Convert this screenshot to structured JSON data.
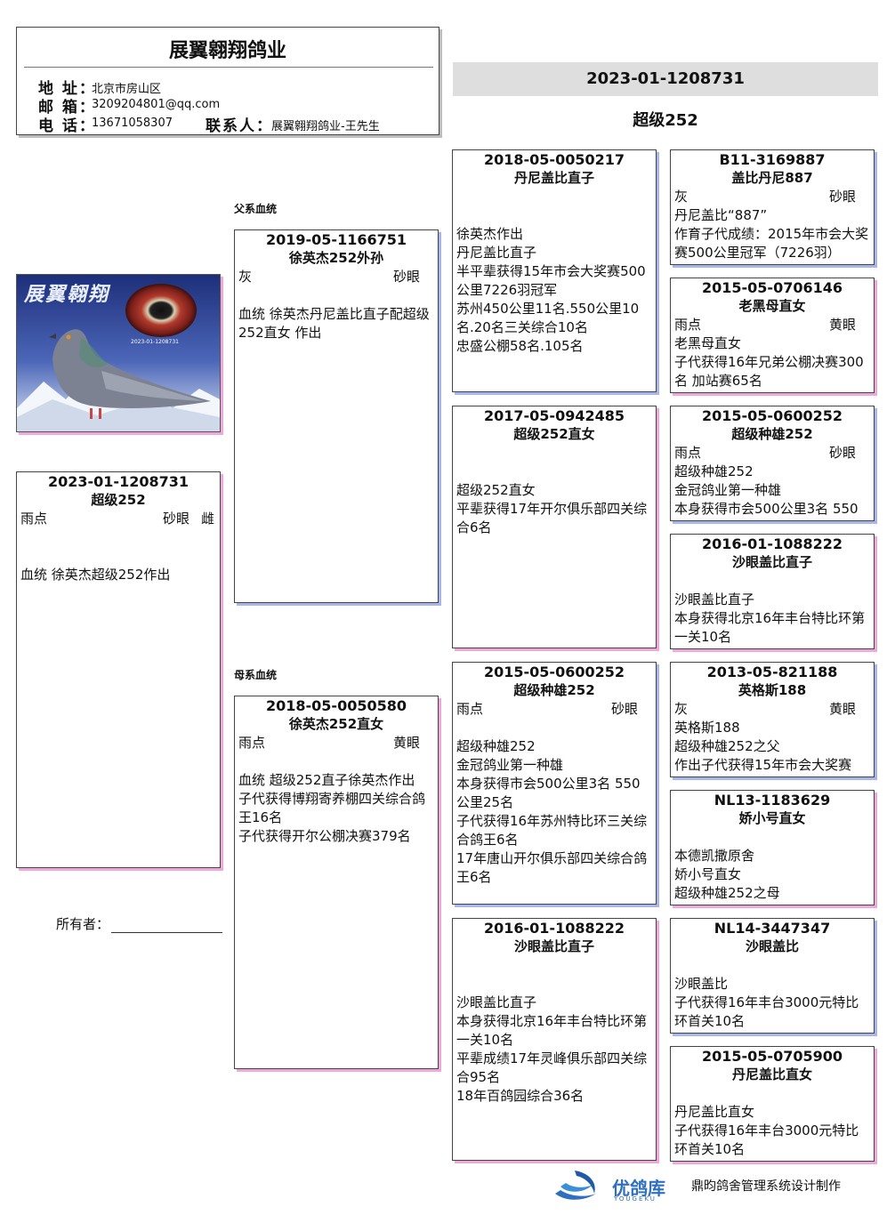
{
  "header": {
    "title": "展翼翱翔鸽业",
    "address_label": "地 址：",
    "address": "北京市房山区",
    "email_label": "邮 箱：",
    "email": "3209204801@qq.com",
    "phone_label": "电 话：",
    "phone": "13671058307",
    "contact_label": "联系人：",
    "contact": "展翼翱翔鸽业-王先生"
  },
  "pigeon": {
    "ring": "2023-01-1208731",
    "name": "超级252"
  },
  "labels": {
    "paternal": "父系血统",
    "maternal": "母系血统",
    "owner": "所有者："
  },
  "subject": {
    "ring": "2023-01-1208731",
    "name": "超级252",
    "color": "雨点",
    "eye": "砂眼",
    "sex": "雌",
    "notes": "血统 徐英杰超级252作出"
  },
  "sire": {
    "ring": "2019-05-1166751",
    "name": "徐英杰252外孙",
    "color": "灰",
    "eye": "砂眼",
    "notes": "血统 徐英杰丹尼盖比直子配超级252直女 作出"
  },
  "dam": {
    "ring": "2018-05-0050580",
    "name": "徐英杰252直女",
    "color": "雨点",
    "eye": "黄眼",
    "notes": "血统 超级252直子徐英杰作出\n子代获得博翔寄养棚四关综合鸽王16名\n子代获得开尔公棚决赛379名"
  },
  "sire_sire": {
    "ring": "2018-05-0050217",
    "name": "丹尼盖比直子",
    "color": "",
    "eye": "",
    "notes": "徐英杰作出\n丹尼盖比直子\n半平辈获得15年市会大奖赛500公里7226羽冠军\n苏州450公里11名.550公里10名.20名三关综合10名\n忠盛公棚58名.105名"
  },
  "sire_dam": {
    "ring": "2017-05-0942485",
    "name": "超级252直女",
    "color": "",
    "eye": "",
    "notes": "超级252直女\n平辈获得17年开尔俱乐部四关综合6名"
  },
  "dam_sire": {
    "ring": "2015-05-0600252",
    "name": "超级种雄252",
    "color": "雨点",
    "eye": "砂眼",
    "notes": "超级种雄252\n金冠鸽业第一种雄\n本身获得市会500公里3名 550公里25名\n子代获得16年苏州特比环三关综合鸽王6名\n17年唐山开尔俱乐部四关综合鸽王6名"
  },
  "dam_dam": {
    "ring": "2016-01-1088222",
    "name": "沙眼盖比直子",
    "color": "",
    "eye": "",
    "notes": "沙眼盖比直子\n本身获得北京16年丰台特比环第一关10名\n平辈成绩17年灵峰俱乐部四关综合95名\n18年百鸽园综合36名"
  },
  "ss_sire": {
    "ring": "B11-3169887",
    "name": "盖比丹尼887",
    "color": "灰",
    "eye": "砂眼",
    "notes": "丹尼盖比“887”\n作育子代成绩：2015年市会大奖赛500公里冠军（7226羽）"
  },
  "ss_dam": {
    "ring": "2015-05-0706146",
    "name": "老黑母直女",
    "color": "雨点",
    "eye": "黄眼",
    "notes": "老黑母直女\n子代获得16年兄弟公棚决赛300名 加站赛65名"
  },
  "sd_sire": {
    "ring": "2015-05-0600252",
    "name": "超级种雄252",
    "color": "雨点",
    "eye": "砂眼",
    "notes": "超级种雄252\n金冠鸽业第一种雄\n本身获得市会500公里3名 550"
  },
  "sd_dam": {
    "ring": "2016-01-1088222",
    "name": "沙眼盖比直子",
    "color": "",
    "eye": "",
    "notes": "沙眼盖比直子\n本身获得北京16年丰台特比环第一关10名"
  },
  "ds_sire": {
    "ring": "2013-05-821188",
    "name": "英格斯188",
    "color": "灰",
    "eye": "黄眼",
    "notes": "英格斯188\n超级种雄252之父\n作出子代获得15年市会大奖赛"
  },
  "ds_dam": {
    "ring": "NL13-1183629",
    "name": "娇小号直女",
    "color": "",
    "eye": "",
    "notes": "本德凯撒原舍\n娇小号直女\n超级种雄252之母"
  },
  "dd_sire": {
    "ring": "NL14-3447347",
    "name": "沙眼盖比",
    "color": "",
    "eye": "",
    "notes": "沙眼盖比\n子代获得16年丰台3000元特比环首关10名"
  },
  "dd_dam": {
    "ring": "2015-05-0705900",
    "name": "丹尼盖比直女",
    "color": "",
    "eye": "",
    "notes": "丹尼盖比直女\n子代获得16年丰台3000元特比环首关10名"
  },
  "footer": {
    "brand": "优鸽库",
    "brand_en": "YOUGEKU",
    "credit": "鼎昀鸽舍管理系统设计制作"
  },
  "colors": {
    "pink_shadow": "#f0a8dc",
    "blue_shadow": "#a9b6ec",
    "id_bar": "#dedede",
    "brand_blue": "#2f6fc0"
  },
  "photo": {
    "headline": "展翼翱翔",
    "caption": "2023-01-1208731"
  }
}
